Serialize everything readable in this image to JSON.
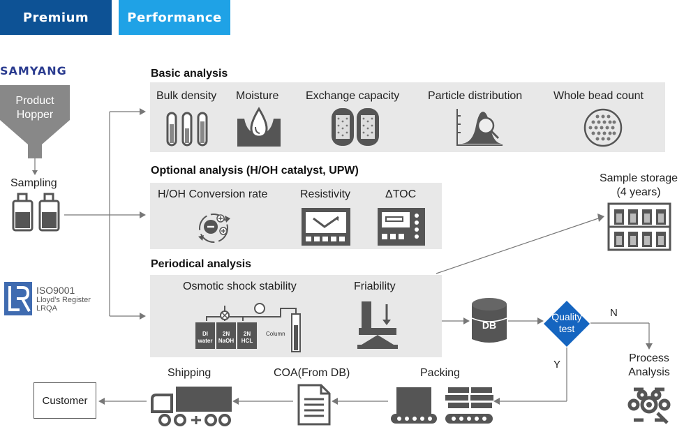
{
  "header": {
    "tab_premium": "Premium",
    "tab_performance": "Performance"
  },
  "brand": "SAMYANG",
  "hopper": {
    "line1": "Product",
    "line2": "Hopper"
  },
  "sampling_label": "Sampling",
  "iso": {
    "code": "ISO9001",
    "line1": "Lloyd's Register",
    "line2": "LRQA",
    "logo": "LR"
  },
  "basic": {
    "title": "Basic analysis",
    "items": [
      "Bulk density",
      "Moisture",
      "Exchange capacity",
      "Particle distribution",
      "Whole bead count"
    ]
  },
  "optional": {
    "title": "Optional analysis (H/OH catalyst, UPW)",
    "items": [
      "H/OH Conversion rate",
      "Resistivity",
      "ΔTOC"
    ]
  },
  "periodical": {
    "title": "Periodical analysis",
    "items": [
      "Osmotic shock stability",
      "Friability"
    ],
    "bottles": [
      [
        "DI",
        "water"
      ],
      [
        "2N",
        "NaOH"
      ],
      [
        "2N",
        "HCL"
      ]
    ],
    "column_label": "Column"
  },
  "storage": {
    "line1": "Sample storage",
    "line2": "(4 years)"
  },
  "db_label": "DB",
  "quality": {
    "line1": "Quality",
    "line2": "test",
    "no": "N",
    "yes": "Y"
  },
  "process": {
    "line1": "Process",
    "line2": "Analysis"
  },
  "flow": {
    "packing": "Packing",
    "coa": "COA(From DB)",
    "shipping": "Shipping",
    "customer": "Customer"
  },
  "colors": {
    "premium": "#0d5295",
    "performance": "#1fa2e6",
    "quality": "#1565c0",
    "icon": "#555555",
    "panel": "#e8e8e8"
  }
}
